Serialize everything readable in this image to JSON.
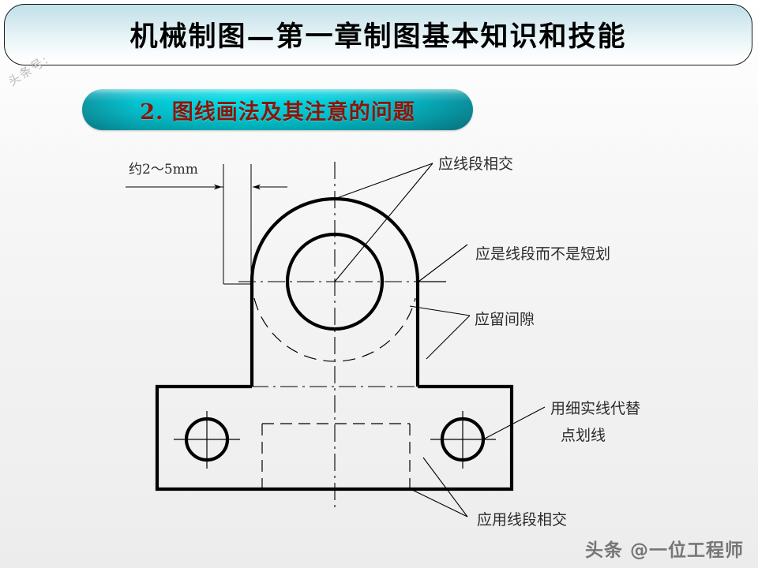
{
  "header": {
    "title": "机械制图—第一章制图基本知识和技能"
  },
  "subtitle": {
    "text": "2. 图线画法及其注意的问题",
    "bg_color": "#00cfdc",
    "text_color": "#8d1408"
  },
  "drawing": {
    "dimension_label": "约2～5mm",
    "annotations": [
      {
        "id": "a1",
        "text": "应线段相交"
      },
      {
        "id": "a2",
        "text": "应是线段而不是短划"
      },
      {
        "id": "a3",
        "text": "应留间隙"
      },
      {
        "id": "a4_line1",
        "text": "用细实线代替"
      },
      {
        "id": "a4_line2",
        "text": "点划线"
      },
      {
        "id": "a5",
        "text": "应用线段相交"
      }
    ],
    "line_color": "#000000"
  },
  "watermarks": {
    "corner": "头条号:",
    "bottom": "头条 @一位工程师"
  }
}
